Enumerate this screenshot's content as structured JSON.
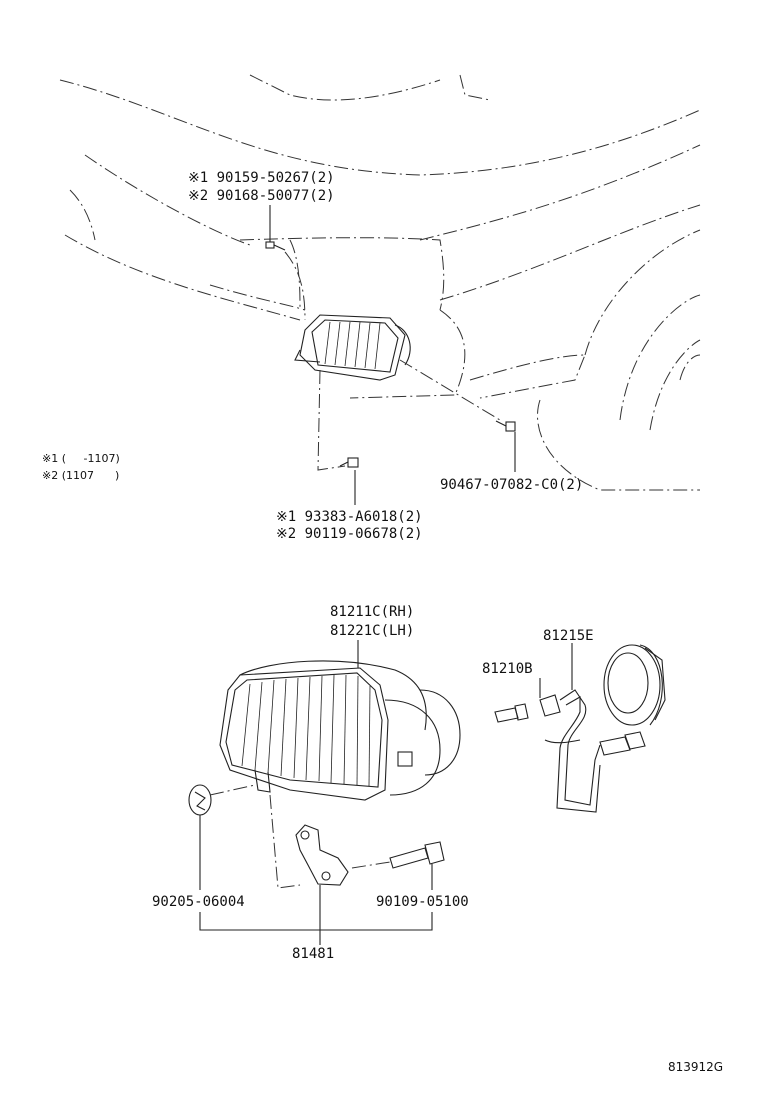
{
  "diagram_id": "813912G",
  "upper_callouts": {
    "screw_top_1": "※1 90159-50267(2)",
    "screw_top_2": "※2 90168-50077(2)",
    "bolt_bottom_1": "※1 93383-A6018(2)",
    "bolt_bottom_2": "※2 90119-06678(2)",
    "bolt_right": "90467-07082-C0(2)"
  },
  "notes": {
    "note_1": "※1 (     -1107)",
    "note_2": "※2 (1107      )"
  },
  "lower_callouts": {
    "lamp_rh": "81211C(RH)",
    "lamp_lh": "81221C(LH)",
    "socket": "81215E",
    "bulb": "81210B",
    "clip": "90205-06004",
    "bolt": "90109-05100",
    "bracket": "81481"
  }
}
